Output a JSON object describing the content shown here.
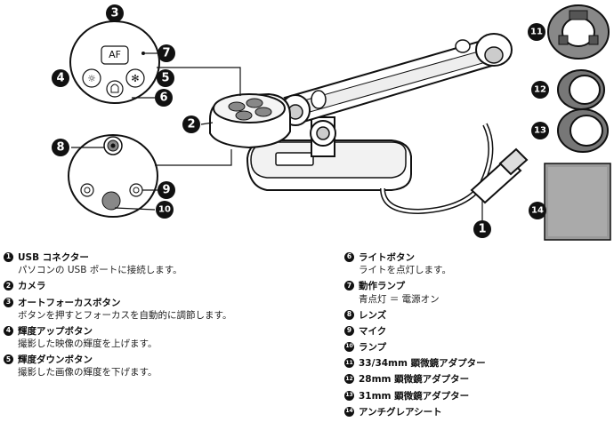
{
  "callouts": [
    "1",
    "2",
    "3",
    "4",
    "5",
    "6",
    "7",
    "8",
    "9",
    "10",
    "11",
    "12",
    "13",
    "14"
  ],
  "button_labels": {
    "af": "AF"
  },
  "legend_left": [
    {
      "num": "1",
      "title": "USB コネクター",
      "desc": "パソコンの USB ポートに接続します。"
    },
    {
      "num": "2",
      "title": "カメラ",
      "desc": ""
    },
    {
      "num": "3",
      "title": "オートフォーカスボタン",
      "desc": "ボタンを押すとフォーカスを自動的に調節します。"
    },
    {
      "num": "4",
      "title": "輝度アップボタン",
      "desc": "撮影した映像の輝度を上げます。"
    },
    {
      "num": "5",
      "title": "輝度ダウンボタン",
      "desc": "撮影した画像の輝度を下げます。"
    }
  ],
  "legend_right": [
    {
      "num": "6",
      "title": "ライトボタン",
      "desc": "ライトを点灯します。"
    },
    {
      "num": "7",
      "title": "動作ランプ",
      "desc": "青点灯 ＝ 電源オン"
    },
    {
      "num": "8",
      "title": "レンズ",
      "desc": ""
    },
    {
      "num": "9",
      "title": "マイク",
      "desc": ""
    },
    {
      "num": "10",
      "title": "ランプ",
      "desc": ""
    },
    {
      "num": "11",
      "title": "33/34mm 顕微鏡アダプター",
      "desc": ""
    },
    {
      "num": "12",
      "title": "28mm 顕微鏡アダプター",
      "desc": ""
    },
    {
      "num": "13",
      "title": "31mm 顕微鏡アダプター",
      "desc": ""
    },
    {
      "num": "14",
      "title": "アンチグレアシート",
      "desc": ""
    }
  ]
}
